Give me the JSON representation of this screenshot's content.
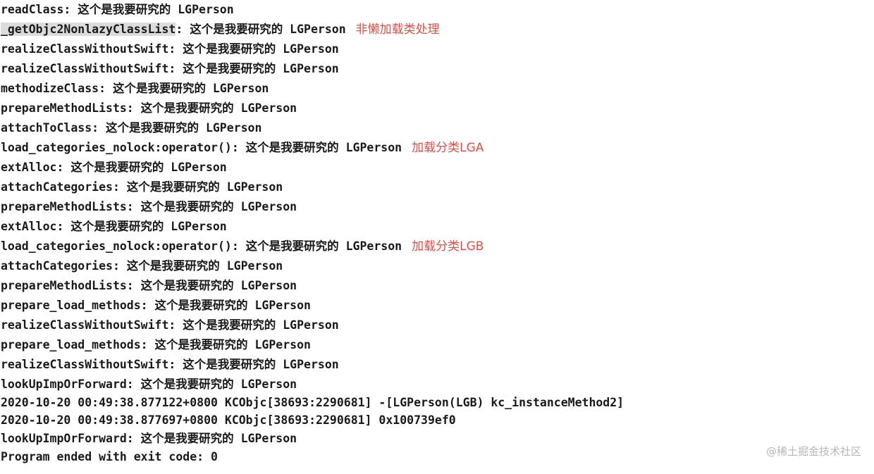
{
  "accent_color": "#e54d42",
  "lines": [
    {
      "text": "readClass: 这个是我要研究的 LGPerson"
    },
    {
      "selected": "_getObjc2NonlazyClassList",
      "text": ": 这个是我要研究的 LGPerson",
      "note": "非懒加载类处理"
    },
    {
      "text": "realizeClassWithoutSwift: 这个是我要研究的 LGPerson"
    },
    {
      "text": "realizeClassWithoutSwift: 这个是我要研究的 LGPerson"
    },
    {
      "text": "methodizeClass: 这个是我要研究的 LGPerson"
    },
    {
      "text": "prepareMethodLists: 这个是我要研究的 LGPerson"
    },
    {
      "text": "attachToClass: 这个是我要研究的 LGPerson"
    },
    {
      "text": "load_categories_nolock:operator(): 这个是我要研究的 LGPerson",
      "note": "加载分类LGA"
    },
    {
      "text": "extAlloc: 这个是我要研究的 LGPerson"
    },
    {
      "text": "attachCategories: 这个是我要研究的 LGPerson"
    },
    {
      "text": "prepareMethodLists: 这个是我要研究的 LGPerson"
    },
    {
      "text": "extAlloc: 这个是我要研究的 LGPerson"
    },
    {
      "text": "load_categories_nolock:operator(): 这个是我要研究的 LGPerson",
      "note": "加载分类LGB"
    },
    {
      "text": "attachCategories: 这个是我要研究的 LGPerson"
    },
    {
      "text": "prepareMethodLists: 这个是我要研究的 LGPerson"
    },
    {
      "text": "prepare_load_methods: 这个是我要研究的 LGPerson"
    },
    {
      "text": "realizeClassWithoutSwift: 这个是我要研究的 LGPerson"
    },
    {
      "text": "prepare_load_methods: 这个是我要研究的 LGPerson"
    },
    {
      "text": "realizeClassWithoutSwift: 这个是我要研究的 LGPerson"
    },
    {
      "text": "lookUpImpOrForward: 这个是我要研究的 LGPerson"
    },
    {
      "text": "2020-10-20 00:49:38.877122+0800 KCObjc[38693:2290681] -[LGPerson(LGB) kc_instanceMethod2]"
    },
    {
      "text": "2020-10-20 00:49:38.877697+0800 KCObjc[38693:2290681] 0x100739ef0"
    },
    {
      "text": "lookUpImpOrForward: 这个是我要研究的 LGPerson"
    },
    {
      "text": "Program ended with exit code: 0"
    }
  ],
  "watermark": "@稀土掘金技术社区"
}
